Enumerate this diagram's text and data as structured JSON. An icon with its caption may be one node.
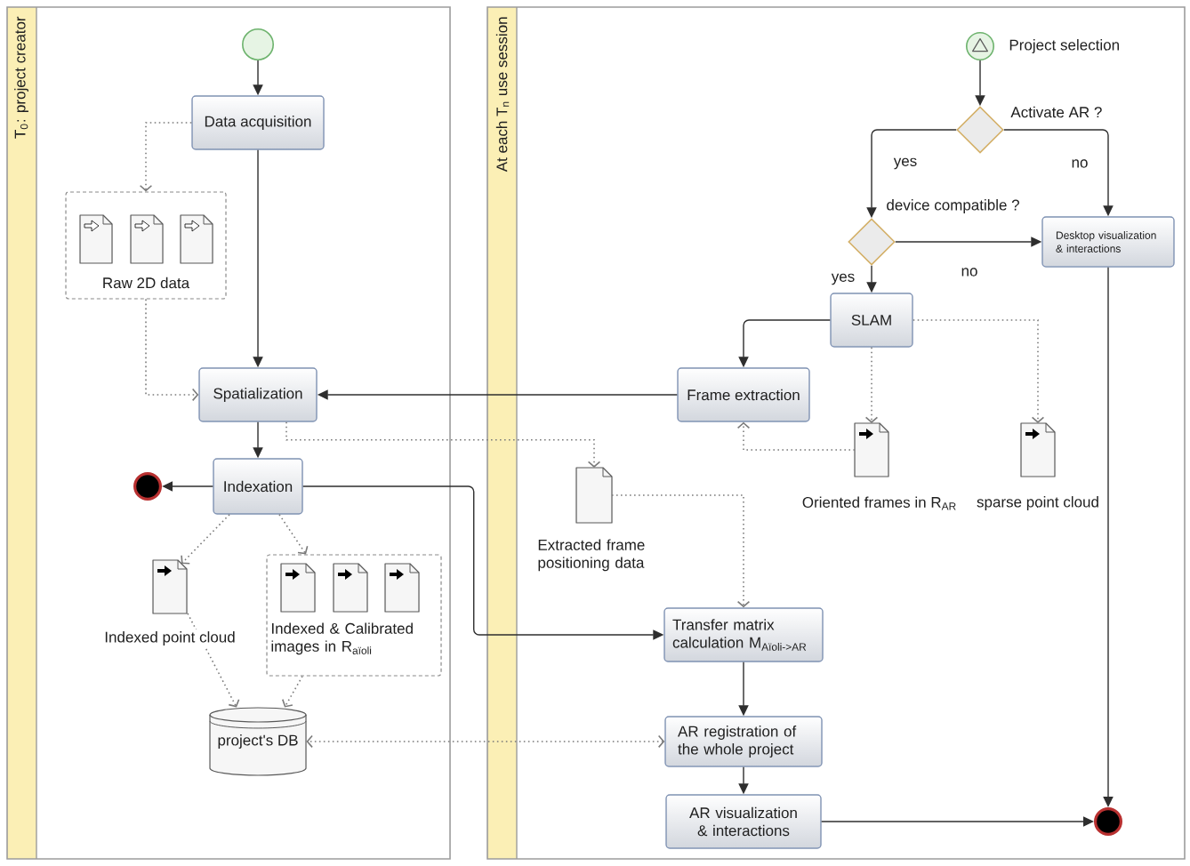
{
  "diagram": {
    "nodes": [
      {
        "text": [
          "T$_{0}$: project creator"
        ]
      },
      {
        "text": [],
        "shape": "circle",
        "in": 0
      },
      {
        "text": [
          "Data acquisition"
        ],
        "in": 0
      },
      {
        "text": [
          "Raw 2D data"
        ],
        "in": 0
      },
      {
        "text": [],
        "shape": "document",
        "in": 3
      },
      {
        "text": [],
        "shape": "document",
        "in": 3
      },
      {
        "text": [],
        "shape": "document",
        "in": 3
      },
      {
        "text": [
          "Spatialization"
        ],
        "in": 0
      },
      {
        "text": [],
        "shape": "circle",
        "in": 0
      },
      {
        "text": [
          "Indexation"
        ],
        "in": 0
      },
      {
        "text": [],
        "shape": "document",
        "in": 0,
        "beside": [
          "Indexed point cloud"
        ]
      },
      {
        "text": [
          "Indexed & Calibrated images in R$_{aïoli}$"
        ],
        "in": 0
      },
      {
        "text": [],
        "shape": "document",
        "in": 11
      },
      {
        "text": [],
        "shape": "document",
        "in": 11
      },
      {
        "text": [],
        "shape": "document",
        "in": 11
      },
      {
        "text": [
          "project's DB"
        ],
        "in": 0
      },
      {
        "text": [
          "At each T$_{n}$ use session"
        ]
      },
      {
        "text": [],
        "shape": "circle",
        "in": 16,
        "beside": [
          "Project selection"
        ]
      },
      {
        "text": [],
        "shape": "diamond",
        "in": 16,
        "beside": [
          "Activate AR ?"
        ]
      },
      {
        "text": [],
        "shape": "diamond",
        "in": 16,
        "beside": [
          "device compatible ?"
        ]
      },
      {
        "text": [
          "Desktop visualization & interactions"
        ],
        "in": 16
      },
      {
        "text": [
          "SLAM"
        ],
        "in": 16
      },
      {
        "text": [
          "Frame extraction"
        ],
        "in": 16
      },
      {
        "text": [],
        "shape": "document",
        "in": 16,
        "beside": [
          "Oriented frames in R$_{AR}$"
        ]
      },
      {
        "text": [],
        "shape": "document",
        "in": 16,
        "beside": [
          "sparse point cloud"
        ]
      },
      {
        "text": [],
        "shape": "document",
        "in": 16,
        "beside": [
          "Extracted frame positioning data"
        ]
      },
      {
        "text": [
          "Transfer matrix calculation M$_{Aïoli->AR}$"
        ],
        "in": 16
      },
      {
        "text": [
          "AR registration of the whole project"
        ],
        "in": 16
      },
      {
        "text": [
          "AR visualization & interactions"
        ],
        "in": 16
      },
      {
        "text": [],
        "shape": "circle",
        "in": 16
      }
    ],
    "edges": [
      {
        "from": 1,
        "to": 2,
        "arrow": "to"
      },
      {
        "from": 2,
        "to": 3,
        "arrow": "to",
        "style": "dashed"
      },
      {
        "from": 2,
        "to": 7,
        "arrow": "to"
      },
      {
        "from": 3,
        "to": 7,
        "arrow": "to",
        "style": "dashed"
      },
      {
        "from": 22,
        "to": 7,
        "arrow": "to"
      },
      {
        "from": 7,
        "to": 9,
        "arrow": "to"
      },
      {
        "from": 7,
        "to": 25,
        "arrow": "to",
        "style": "dashed"
      },
      {
        "from": 9,
        "to": 8,
        "arrow": "to"
      },
      {
        "from": 9,
        "to": 26,
        "arrow": "to"
      },
      {
        "from": 9,
        "to": 10,
        "arrow": "to",
        "style": "dashed"
      },
      {
        "from": 9,
        "to": 11,
        "arrow": "to",
        "style": "dashed"
      },
      {
        "from": 10,
        "to": 15,
        "arrow": "to",
        "style": "dashed"
      },
      {
        "from": 11,
        "to": 15,
        "arrow": "to",
        "style": "dashed"
      },
      {
        "from": 27,
        "to": 15,
        "arrow": "both",
        "style": "dashed"
      },
      {
        "from": 17,
        "to": 18,
        "arrow": "to"
      },
      {
        "from": 18,
        "to": 19,
        "arrow": "to",
        "label": "yes"
      },
      {
        "from": 18,
        "to": 20,
        "arrow": "to",
        "label": "no"
      },
      {
        "from": 19,
        "to": 20,
        "arrow": "to",
        "label": "no"
      },
      {
        "from": 19,
        "to": 21,
        "arrow": "to",
        "label": "yes"
      },
      {
        "from": 21,
        "to": 22,
        "arrow": "to"
      },
      {
        "from": 21,
        "to": 23,
        "arrow": "to",
        "style": "dashed"
      },
      {
        "from": 21,
        "to": 24,
        "arrow": "to",
        "style": "dashed"
      },
      {
        "from": 23,
        "to": 22,
        "arrow": "to",
        "style": "dashed"
      },
      {
        "from": 25,
        "to": 26,
        "arrow": "to",
        "style": "dashed"
      },
      {
        "from": 26,
        "to": 27,
        "arrow": "to"
      },
      {
        "from": 27,
        "to": 28,
        "arrow": "to"
      },
      {
        "from": 28,
        "to": 29,
        "arrow": "to"
      },
      {
        "from": 20,
        "to": 29,
        "arrow": "to"
      }
    ]
  }
}
